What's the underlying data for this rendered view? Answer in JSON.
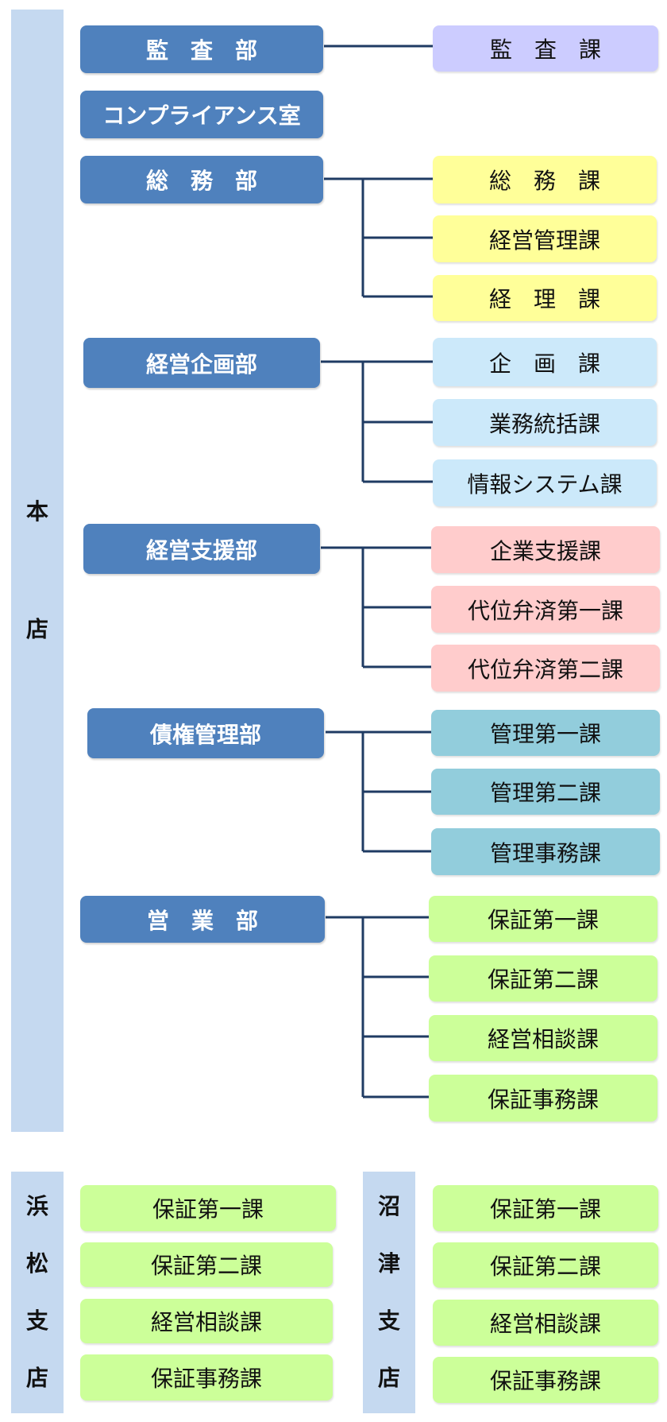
{
  "honten": {
    "label_chars": [
      "本",
      "店"
    ],
    "departments": [
      {
        "name": "監　査　部",
        "sections": [
          {
            "name": "監　査　課",
            "color": "#ccccff"
          }
        ]
      },
      {
        "name": "コンプライアンス室",
        "sections": []
      },
      {
        "name": "総　務　部",
        "sections": [
          {
            "name": "総　務　課",
            "color": "#ffff99"
          },
          {
            "name": "経営管理課",
            "color": "#ffff99"
          },
          {
            "name": "経　理　課",
            "color": "#ffff99"
          }
        ]
      },
      {
        "name": "経営企画部",
        "sections": [
          {
            "name": "企　画　課",
            "color": "#cce9fa"
          },
          {
            "name": "業務統括課",
            "color": "#cce9fa"
          },
          {
            "name": "情報システム課",
            "color": "#cce9fa"
          }
        ]
      },
      {
        "name": "経営支援部",
        "sections": [
          {
            "name": "企業支援課",
            "color": "#ffcccc"
          },
          {
            "name": "代位弁済第一課",
            "color": "#ffcccc"
          },
          {
            "name": "代位弁済第二課",
            "color": "#ffcccc"
          }
        ]
      },
      {
        "name": "債権管理部",
        "sections": [
          {
            "name": "管理第一課",
            "color": "#92cddc"
          },
          {
            "name": "管理第二課",
            "color": "#92cddc"
          },
          {
            "name": "管理事務課",
            "color": "#92cddc"
          }
        ]
      },
      {
        "name": "営　業　部",
        "sections": [
          {
            "name": "保証第一課",
            "color": "#ccff99"
          },
          {
            "name": "保証第二課",
            "color": "#ccff99"
          },
          {
            "name": "経営相談課",
            "color": "#ccff99"
          },
          {
            "name": "保証事務課",
            "color": "#ccff99"
          }
        ]
      }
    ]
  },
  "branches": [
    {
      "label_chars": [
        "浜",
        "松",
        "支",
        "店"
      ],
      "sections": [
        "保証第一課",
        "保証第二課",
        "経営相談課",
        "保証事務課"
      ]
    },
    {
      "label_chars": [
        "沼",
        "津",
        "支",
        "店"
      ],
      "sections": [
        "保証第一課",
        "保証第二課",
        "経営相談課",
        "保証事務課"
      ]
    }
  ]
}
